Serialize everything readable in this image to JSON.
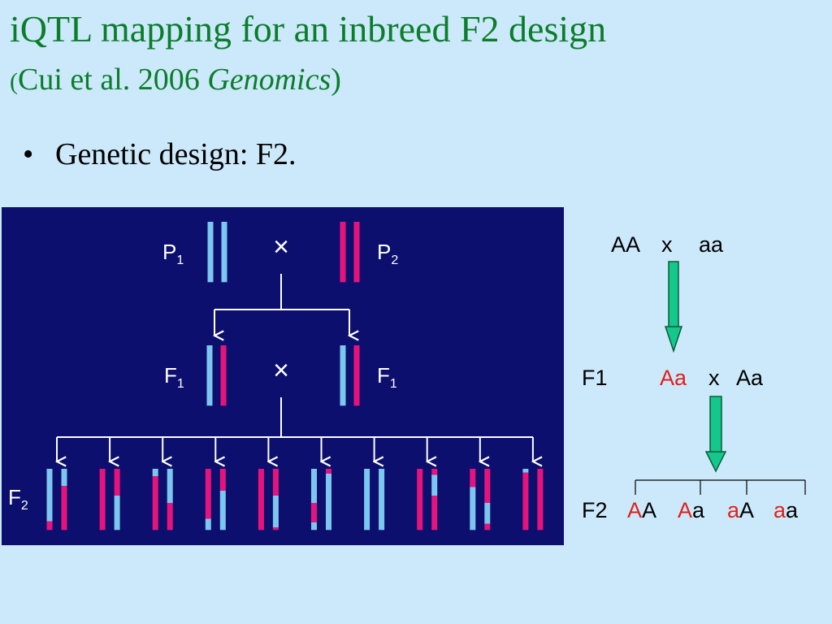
{
  "slide": {
    "title": "iQTL mapping for an inbreed F2 design",
    "subtitle_open": "(",
    "subtitle_main": "Cui et al. 2006 ",
    "subtitle_italic": "Genomics",
    "subtitle_close": ")",
    "bullet_text": "Genetic design: F2."
  },
  "diagram": {
    "labels": {
      "p_letter": "P",
      "p1_sub": "1",
      "p2_sub": "2",
      "f_letter": "F",
      "f1_sub": "1",
      "f2_sub": "2",
      "cross_symbol": "×"
    },
    "colors": {
      "background": "#0c0f6e",
      "light": "#7cc6f0",
      "pink": "#e5147c",
      "line": "#ffffff"
    }
  },
  "scheme": {
    "parents": {
      "a": "AA",
      "x": "x",
      "b": "aa"
    },
    "f1": {
      "label": "F1",
      "a": "Aa",
      "a_red": "A",
      "a_rest": "a",
      "x": "x",
      "b": "Aa"
    },
    "f2": {
      "label": "F2",
      "genotypes": [
        {
          "red": "A",
          "black": "A"
        },
        {
          "red": "A",
          "black": "a"
        },
        {
          "red": "a",
          "black": "A"
        },
        {
          "red": "a",
          "black": "a"
        }
      ]
    },
    "colors": {
      "arrow": "#14c78a",
      "highlight": "#e0201b"
    }
  }
}
